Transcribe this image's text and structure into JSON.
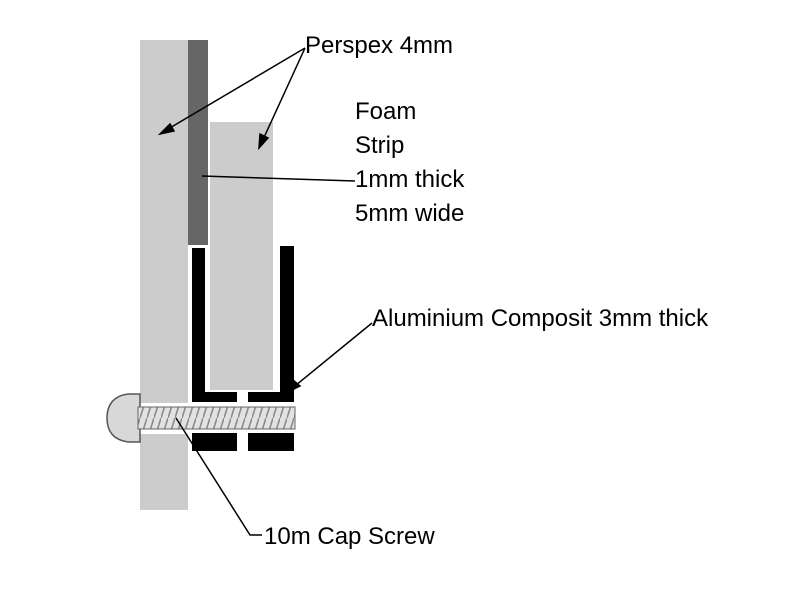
{
  "labels": {
    "perspex": "Perspex 4mm",
    "foam_line1": "Foam",
    "foam_line2": "Strip",
    "foam_line3": "1mm thick",
    "foam_line4": "5mm wide",
    "aluminium": "Aluminium Composit 3mm thick",
    "screw": "10m Cap Screw"
  },
  "colors": {
    "panel_grey": "#cccccc",
    "foam_dark": "#666666",
    "channel_black": "#000000",
    "screw_light": "#d8d8d8",
    "line": "#000000"
  }
}
